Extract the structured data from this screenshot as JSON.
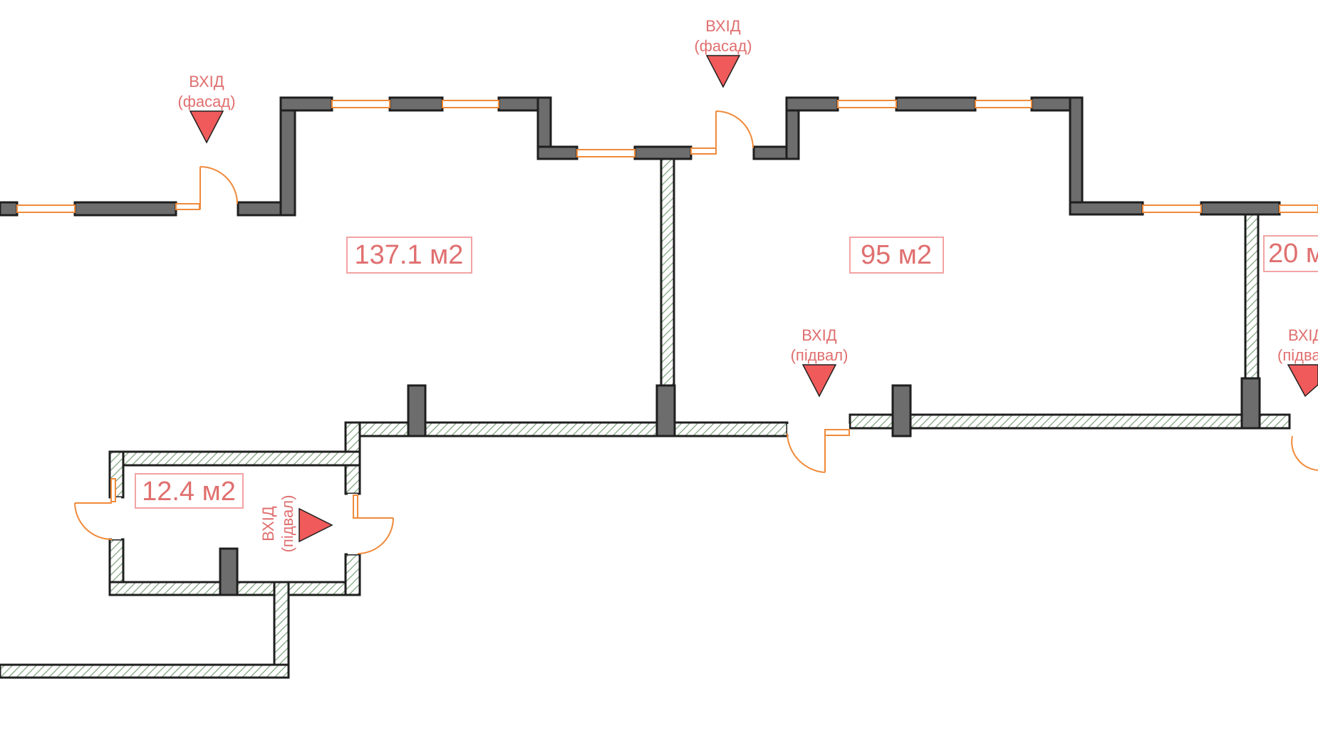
{
  "plan": {
    "colors": {
      "wall_dark": "#6d6d6d",
      "wall_outline": "#1f1f1f",
      "hatch_wall": "#7fa27f",
      "window_frame": "#f08a3a",
      "door": "#f08a3a",
      "entry_marker": "#f05a5a",
      "label_text": "#e06f6f"
    },
    "rooms": [
      {
        "area": "137.1 м2"
      },
      {
        "area": "95 м2"
      },
      {
        "area": "20 м"
      },
      {
        "area": "12.4 м2"
      }
    ],
    "entries": [
      {
        "title": "ВХІД",
        "sub": "(фасад)"
      },
      {
        "title": "ВХІД",
        "sub": "(фасад)"
      },
      {
        "title": "ВХІД",
        "sub": "(підвал)"
      },
      {
        "title": "ВХІД",
        "sub": "(підва"
      },
      {
        "title": "ВХІД",
        "sub": "(підвал)"
      }
    ]
  }
}
